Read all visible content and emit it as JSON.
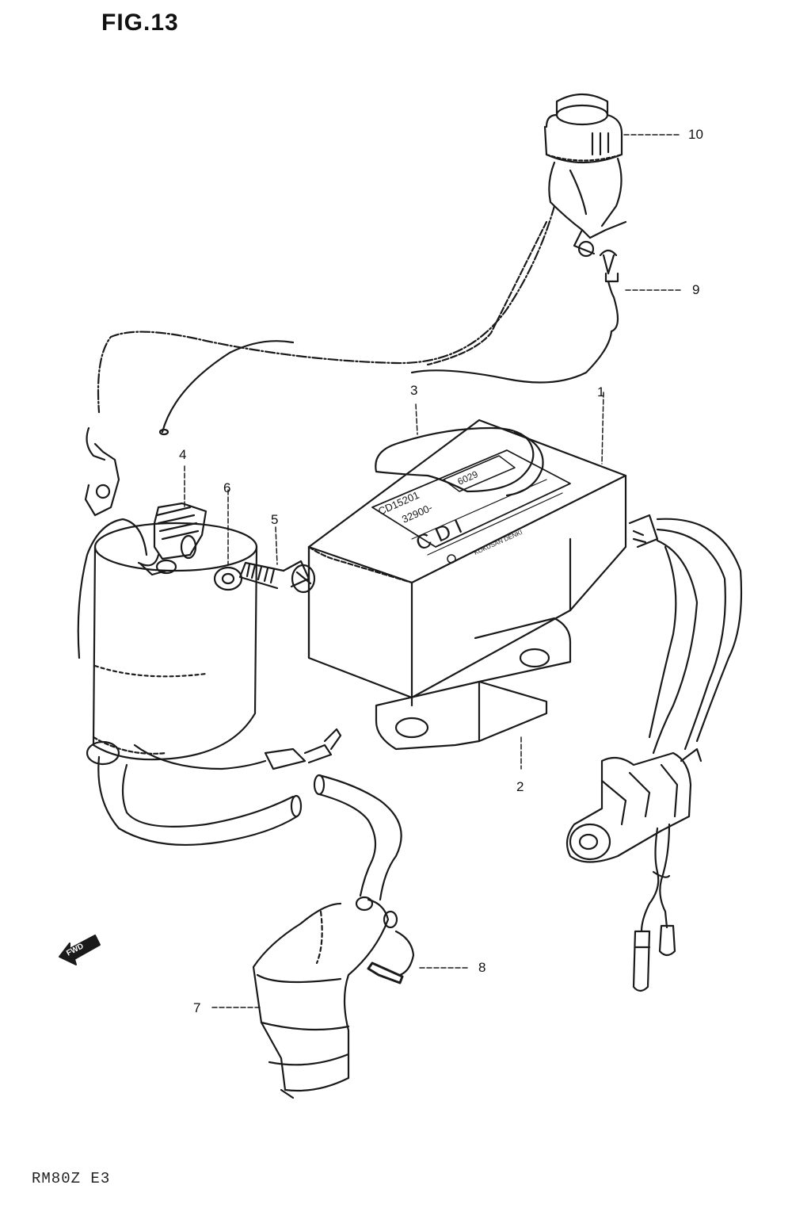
{
  "figure": {
    "title": "FIG.13",
    "model_code": "RM80Z E3"
  },
  "callouts": [
    {
      "id": "1",
      "label": "1"
    },
    {
      "id": "2",
      "label": "2"
    },
    {
      "id": "3",
      "label": "3"
    },
    {
      "id": "4",
      "label": "4"
    },
    {
      "id": "5",
      "label": "5"
    },
    {
      "id": "6",
      "label": "6"
    },
    {
      "id": "7",
      "label": "7"
    },
    {
      "id": "8",
      "label": "8"
    },
    {
      "id": "9",
      "label": "9"
    },
    {
      "id": "10",
      "label": "10"
    }
  ],
  "cdi_unit": {
    "label_top": "CDI",
    "label_code": "32900-",
    "label_code2": "CD15201",
    "label_num": "6029",
    "label_small": "KOKUSAN DENKI"
  },
  "direction": {
    "label": "FWD"
  },
  "colors": {
    "line": "#1a1a1a",
    "background": "#ffffff"
  }
}
